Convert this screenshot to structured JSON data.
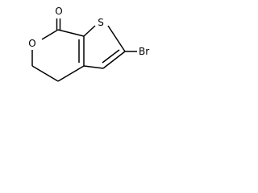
{
  "molecule": {
    "atoms": {
      "carbonyl_oxygen": "O",
      "ring_oxygen": "O",
      "sulfur": "S",
      "bromine": "Br"
    }
  },
  "colors": {
    "background": "#ffffff",
    "ink": "#000000"
  }
}
